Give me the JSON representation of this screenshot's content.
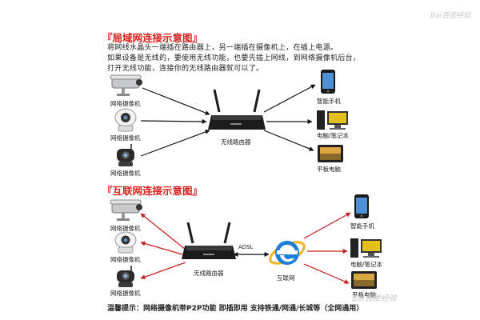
{
  "section1": {
    "title": "『局域网连接示意图』",
    "description": [
      "将网线水晶头一端插在路由器上，另一端插在摄像机上，在插上电源。",
      "如果设备是无线的，要使用无线功能，也要先插上网线，到网络摄像机后台，",
      "打开无线功能，连接你的无线路由器就可以了。"
    ],
    "cameras": [
      "网络摄像机",
      "网络摄像机",
      "网络摄像机"
    ],
    "router": "无线路由器",
    "devices": [
      "智能手机",
      "电脑/笔记本",
      "平板电脑"
    ]
  },
  "section2": {
    "title": "『互联网连接示意图』",
    "cameras": [
      "网络摄像机",
      "网络摄像机",
      "网络摄像机"
    ],
    "router": "无线路由器",
    "adsl": "ADSL",
    "internet": "互联网",
    "devices": [
      "智能手机",
      "电脑/笔记本",
      "平板电脑"
    ]
  },
  "footer": "温馨提示：网络摄像机带P2P功能  即插即用  支持铁通/网通/长城等（全网通用）",
  "watermark": "Bai百度经验",
  "colors": {
    "title": "#d8201c",
    "ie_blue": "#1e7fd8",
    "ie_ring": "#f2b21c",
    "router": "#1b1b1b"
  }
}
